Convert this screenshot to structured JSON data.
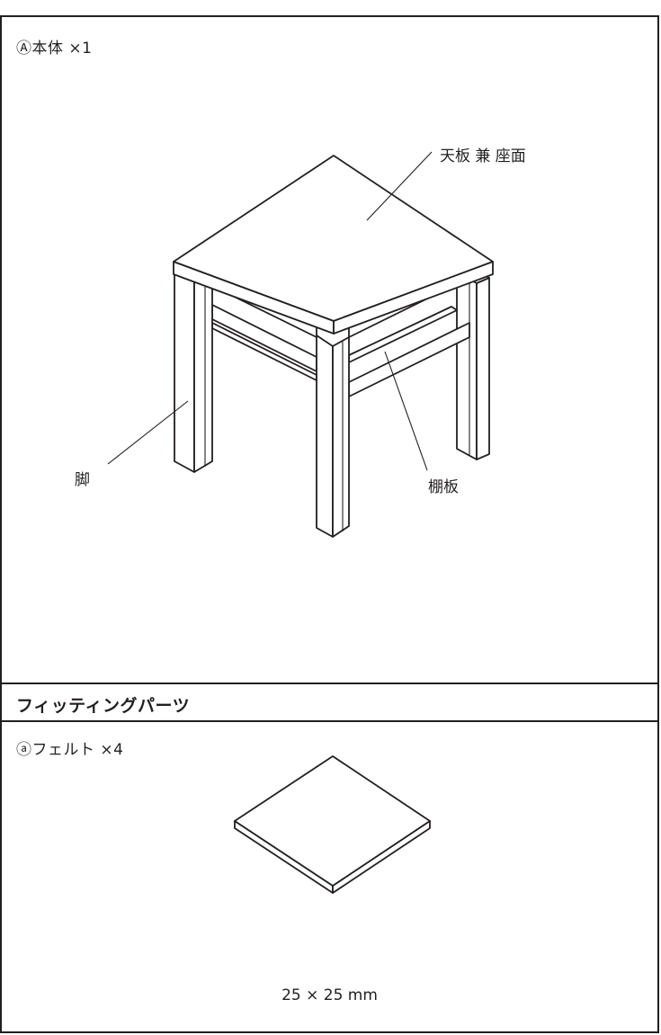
{
  "main_part": {
    "title": "Ⓐ本体 ×1",
    "labels": {
      "top": "天板 兼 座面",
      "leg": "脚",
      "shelf": "棚板"
    }
  },
  "fittings": {
    "section_title": "フィッティングパーツ",
    "felt": {
      "title": "ⓐフェルト ×4",
      "size": "25 × 25 mm"
    }
  }
}
